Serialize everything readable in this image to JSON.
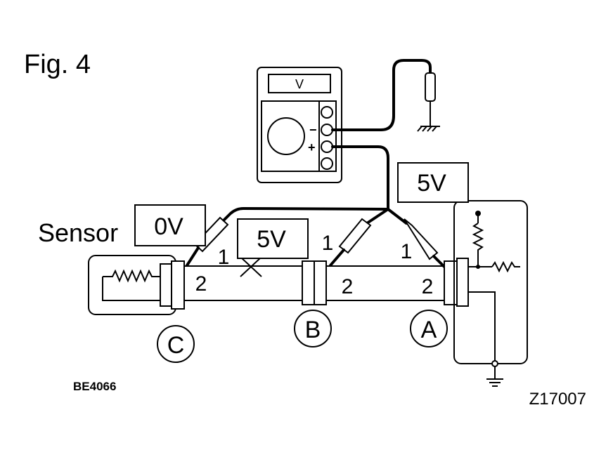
{
  "figure": {
    "title": "Fig. 4",
    "code_left": "BE4066",
    "code_right": "Z17007"
  },
  "labels": {
    "sensor": "Sensor",
    "voltage_c": "0V",
    "voltage_mid": "5V",
    "voltage_a": "5V",
    "connector_c": "C",
    "connector_b": "B",
    "connector_a": "A",
    "pin1_c": "1",
    "pin2_c": "2",
    "pin1_b": "1",
    "pin2_b": "2",
    "pin1_a": "1",
    "pin2_a": "2"
  },
  "meter": {
    "mode": "V",
    "minus": "−",
    "plus": "+"
  }
}
